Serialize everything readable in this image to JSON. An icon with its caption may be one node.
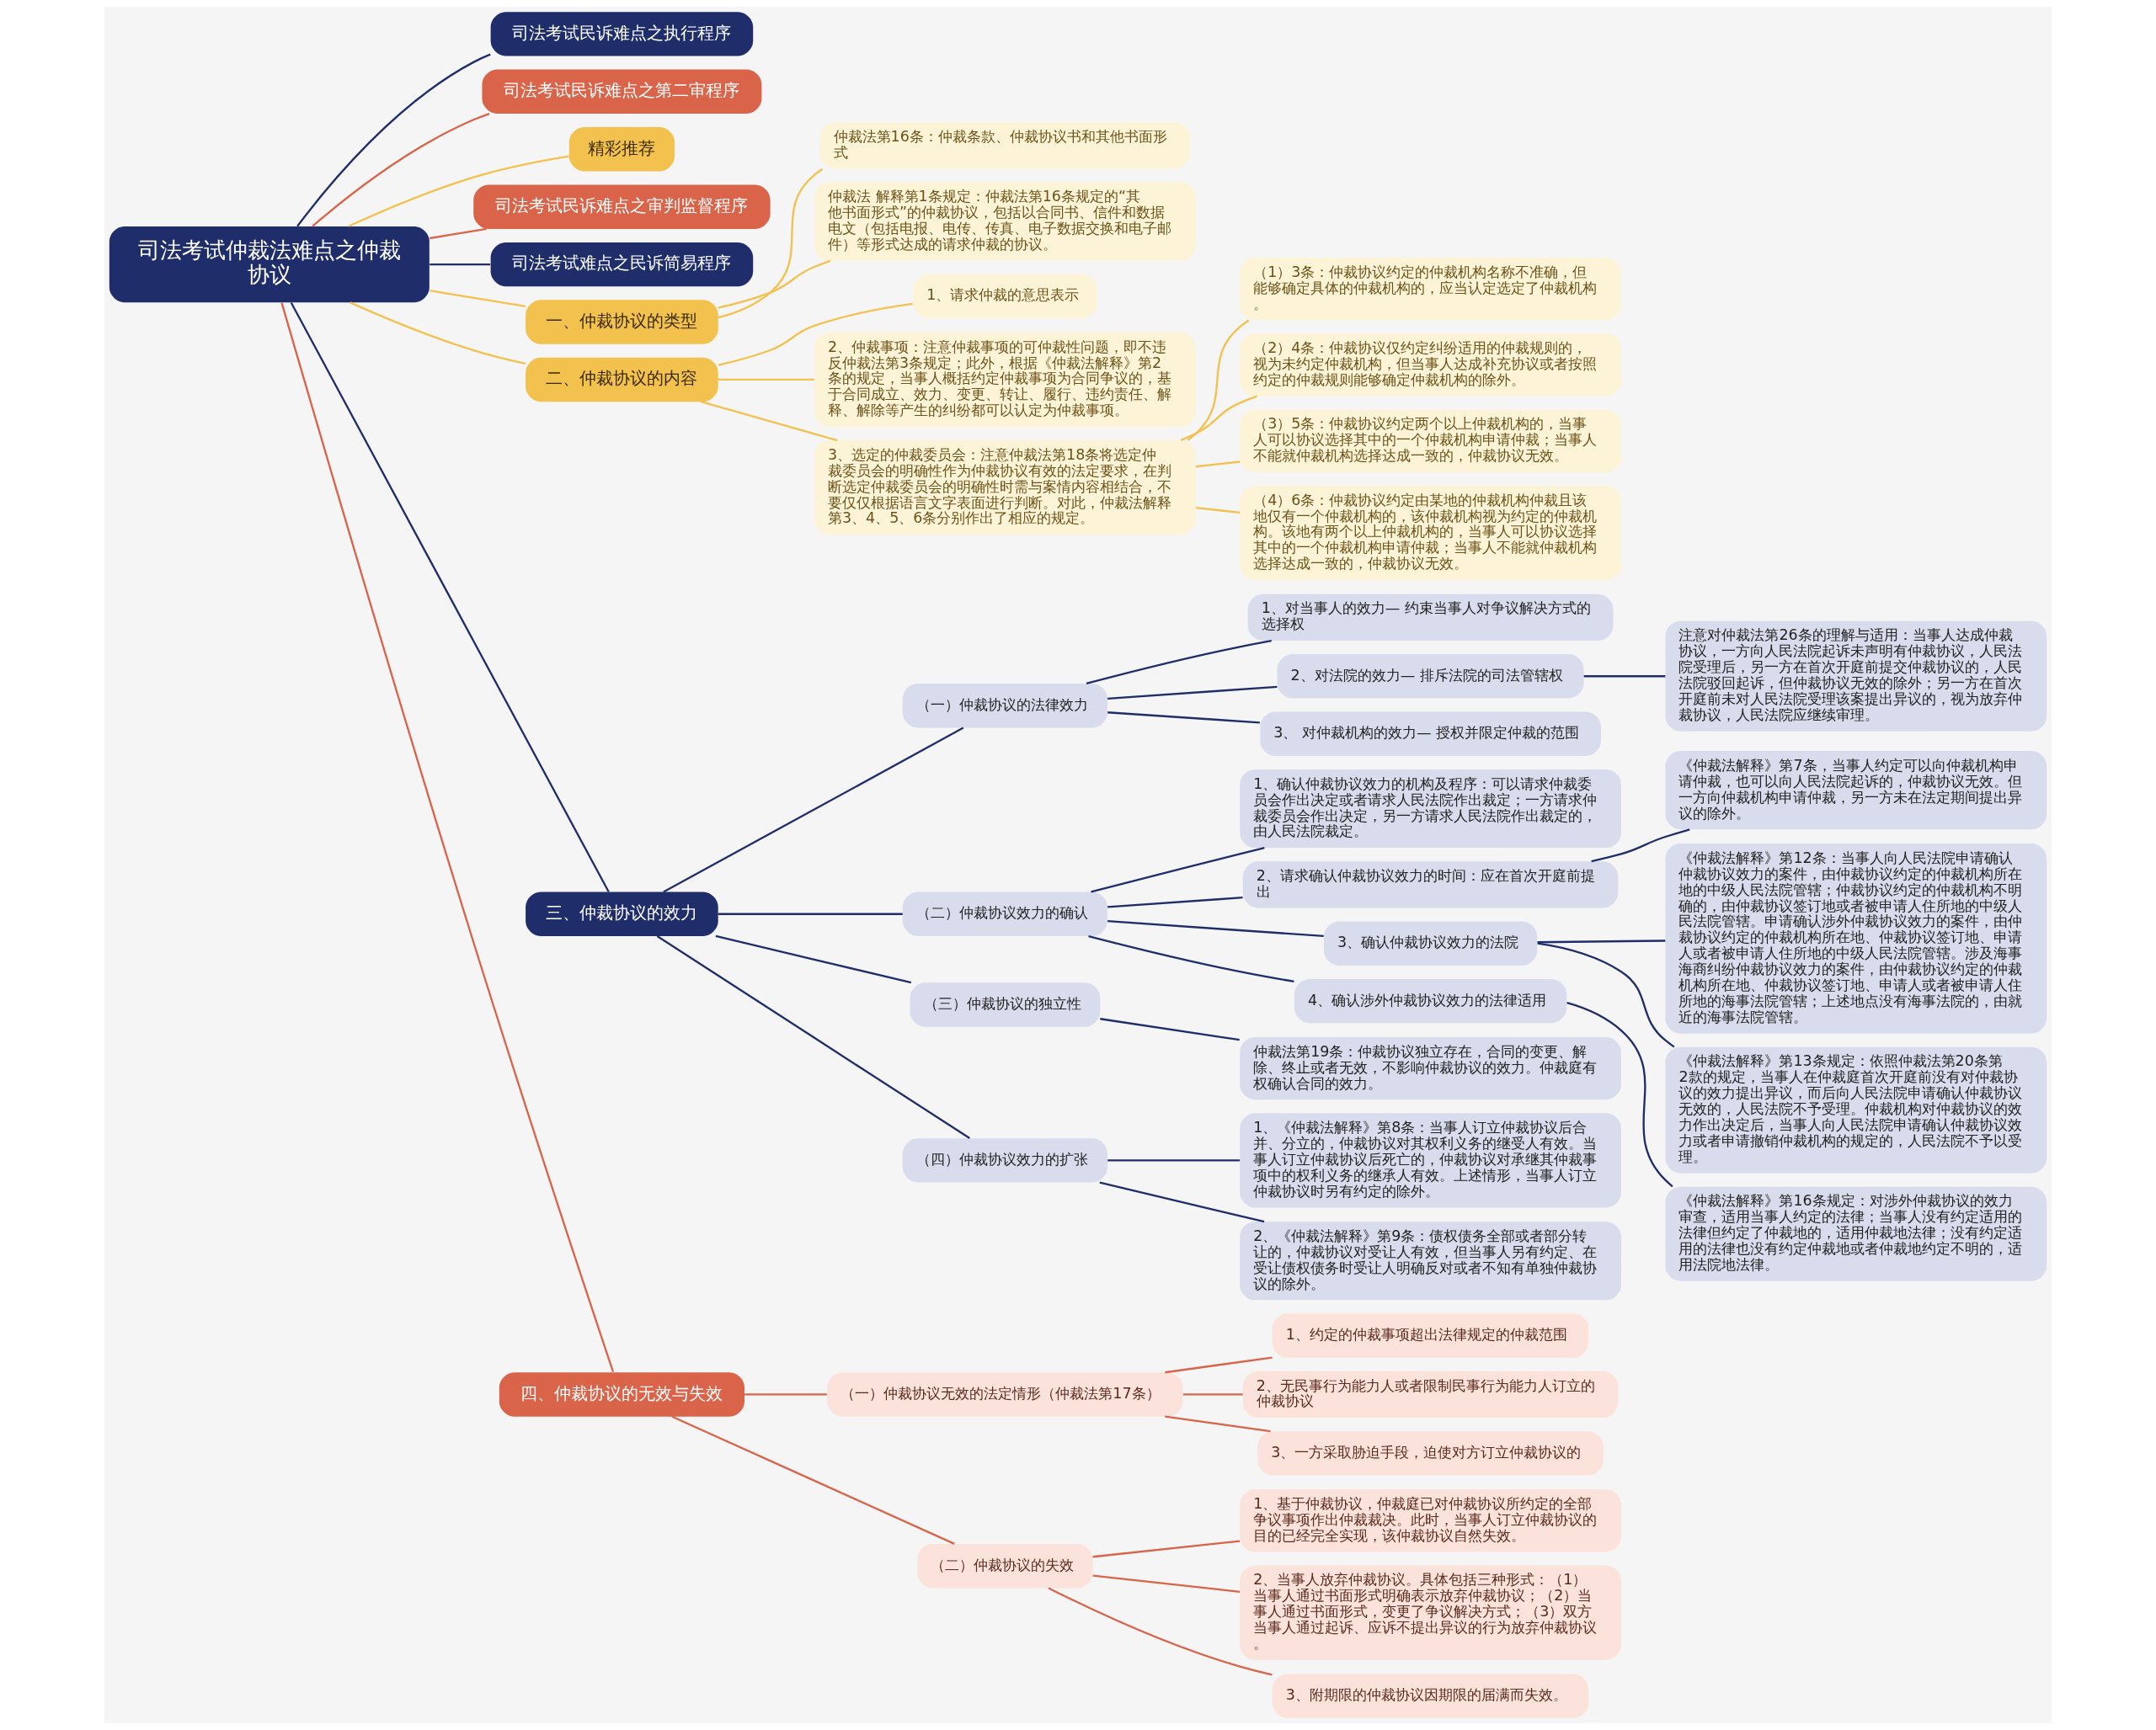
{
  "diagram": {
    "nodes": [
      {
        "text": [
          "司法考试仲裁法难点之仲裁协议"
        ]
      },
      {
        "text": [
          "司法考试民诉难点之执行程序"
        ]
      },
      {
        "text": [
          "司法考试民诉难点之第二审程序"
        ]
      },
      {
        "text": [
          "精彩推荐"
        ]
      },
      {
        "text": [
          "司法考试民诉难点之审判监督程序"
        ]
      },
      {
        "text": [
          "司法考试难点之民诉简易程序"
        ]
      },
      {
        "text": [
          "一、仲裁协议的类型"
        ]
      },
      {
        "text": [
          "仲裁法第16条：仲裁条款、仲裁协议书和其他书面形式"
        ]
      },
      {
        "text": [
          "仲裁法 解释第1条规定：仲裁法第16条规定的“其他书面形式”的仲裁协议，包括以合同书、信件和数据电文（包括电报、电传、传真、电子数据交换和电子邮件）等形式达成的请求仲裁的协议。"
        ]
      },
      {
        "text": [
          "二、仲裁协议的内容"
        ]
      },
      {
        "text": [
          "1、请求仲裁的意思表示"
        ]
      },
      {
        "text": [
          "2、仲裁事项：注意仲裁事项的可仲裁性问题，即不违反仲裁法第3条规定；此外，根据《仲裁法解释》第2条的规定，当事人概括约定仲裁事项为合同争议的，基于合同成立、效力、变更、转让、履行、违约责任、解释、解除等产生的纠纷都可以认定为仲裁事项。"
        ]
      },
      {
        "text": [
          "3、选定的仲裁委员会：注意仲裁法第18条将选定仲裁委员会的明确性作为仲裁协议有效的法定要求，在判断选定仲裁委员会的明确性时需与案情内容相结合，不要仅仅根据语言文字表面进行判断。对此，仲裁法解释第3、4、5、6条分别作出了相应的规定。"
        ]
      },
      {
        "text": [
          "（1）3条：仲裁协议约定的仲裁机构名称不准确，但能够确定具体的仲裁机构的，应当认定选定了仲裁机构。"
        ]
      },
      {
        "text": [
          "（2）4条：仲裁协议仅约定纠纷适用的仲裁规则的，视为未约定仲裁机构，但当事人达成补充协议或者按照约定的仲裁规则能够确定仲裁机构的除外。"
        ]
      },
      {
        "text": [
          "（3）5条：仲裁协议约定两个以上仲裁机构的，当事人可以协议选择其中的一个仲裁机构申请仲裁；当事人不能就仲裁机构选择达成一致的，仲裁协议无效。"
        ]
      },
      {
        "text": [
          "（4）6条：仲裁协议约定由某地的仲裁机构仲裁且该地仅有一个仲裁机构的，该仲裁机构视为约定的仲裁机构。该地有两个以上仲裁机构的，当事人可以协议选择其中的一个仲裁机构申请仲裁；当事人不能就仲裁机构选择达成一致的，仲裁协议无效。"
        ]
      },
      {
        "text": [
          "三、仲裁协议的效力"
        ]
      },
      {
        "text": [
          "（一）仲裁协议的法律效力"
        ]
      },
      {
        "text": [
          "1、对当事人的效力— 约束当事人对争议解决方式的选择权"
        ]
      },
      {
        "text": [
          "2、对法院的效力— 排斥法院的司法管辖权"
        ]
      },
      {
        "text": [
          "注意对仲裁法第26条的理解与适用：当事人达成仲裁协议，一方向人民法院起诉未声明有仲裁协议，人民法院受理后，另一方在首次开庭前提交仲裁协议的，人民法院驳回起诉，但仲裁协议无效的除外；另一方在首次开庭前未对人民法院受理该案提出异议的，视为放弃仲裁协议，人民法院应继续审理。"
        ]
      },
      {
        "text": [
          "3、 对仲裁机构的效力— 授权并限定仲裁的范围"
        ]
      },
      {
        "text": [
          "（二）仲裁协议效力的确认"
        ]
      },
      {
        "text": [
          "1、确认仲裁协议效力的机构及程序：可以请求仲裁委员会作出决定或者请求人民法院作出裁定；一方请求仲裁委员会作出决定，另一方请求人民法院作出裁定的，由人民法院裁定。"
        ]
      },
      {
        "text": [
          "2、请求确认仲裁协议效力的时间：应在首次开庭前提出"
        ]
      },
      {
        "text": [
          "《仲裁法解释》第7条，当事人约定可以向仲裁机构申请仲裁，也可以向人民法院起诉的，仲裁协议无效。但一方向仲裁机构申请仲裁，另一方未在法定期间提出异议的除外。"
        ]
      },
      {
        "text": [
          "3、确认仲裁协议效力的法院"
        ]
      },
      {
        "text": [
          "《仲裁法解释》第12条：当事人向人民法院申请确认仲裁协议效力的案件，由仲裁协议约定的仲裁机构所在地的中级人民法院管辖；仲裁协议约定的仲裁机构不明确的，由仲裁协议签订地或者被申请人住所地的中级人民法院管辖。申请确认涉外仲裁协议效力的案件，由仲裁协议约定的仲裁机构所在地、仲裁协议签订地、申请人或者被申请人住所地的中级人民法院管辖。涉及海事海商纠纷仲裁协议效力的案件，由仲裁协议约定的仲裁机构所在地、仲裁协议签订地、申请人或者被申请人住所地的海事法院管辖；上述地点没有海事法院的，由就近的海事法院管辖。"
        ]
      },
      {
        "text": [
          "《仲裁法解释》第13条规定：依照仲裁法第20条第2款的规定，当事人在仲裁庭首次开庭前没有对仲裁协议的效力提出异议，而后向人民法院申请确认仲裁协议无效的，人民法院不予受理。仲裁机构对仲裁协议的效力作出决定后，当事人向人民法院申请确认仲裁协议效力或者申请撤销仲裁机构的规定的，人民法院不予以受理。"
        ]
      },
      {
        "text": [
          "4、确认涉外仲裁协议效力的法律适用"
        ]
      },
      {
        "text": [
          "《仲裁法解释》第16条规定：对涉外仲裁协议的效力审查，适用当事人约定的法律；当事人没有约定适用的法律但约定了仲裁地的，适用仲裁地法律；没有约定适用的法律也没有约定仲裁地或者仲裁地约定不明的，适用法院地法律。"
        ]
      },
      {
        "text": [
          "（三）仲裁协议的独立性"
        ]
      },
      {
        "text": [
          "仲裁法第19条：仲裁协议独立存在，合同的变更、解除、终止或者无效，不影响仲裁协议的效力。仲裁庭有权确认合同的效力。"
        ]
      },
      {
        "text": [
          "（四）仲裁协议效力的扩张"
        ]
      },
      {
        "text": [
          "1、《仲裁法解释》第8条：当事人订立仲裁协议后合并、分立的，仲裁协议对其权利义务的继受人有效。当事人订立仲裁协议后死亡的，仲裁协议对承继其仲裁事项中的权利义务的继承人有效。上述情形，当事人订立仲裁协议时另有约定的除外。"
        ]
      },
      {
        "text": [
          "2、《仲裁法解释》第9条：债权债务全部或者部分转让的，仲裁协议对受让人有效，但当事人另有约定、在受让债权债务时受让人明确反对或者不知有单独仲裁协议的除外。"
        ]
      },
      {
        "text": [
          "四、仲裁协议的无效与失效"
        ]
      },
      {
        "text": [
          "（一）仲裁协议无效的法定情形（仲裁法第17条）"
        ]
      },
      {
        "text": [
          "1、约定的仲裁事项超出法律规定的仲裁范围"
        ]
      },
      {
        "text": [
          "2、无民事行为能力人或者限制民事行为能力人订立的仲裁协议"
        ]
      },
      {
        "text": [
          "3、一方采取胁迫手段，迫使对方订立仲裁协议的"
        ]
      },
      {
        "text": [
          "（二）仲裁协议的失效"
        ]
      },
      {
        "text": [
          "1、基于仲裁协议，仲裁庭已对仲裁协议所约定的全部争议事项作出仲裁裁决。此时，当事人订立仲裁协议的目的已经完全实现，该仲裁协议自然失效。"
        ]
      },
      {
        "text": [
          "2、当事人放弃仲裁协议。具体包括三种形式：（1）当事人通过书面形式明确表示放弃仲裁协议；（2）当事人通过书面形式，变更了争议解决方式；（3）双方当事人通过起诉、应诉不提出异议的行为放弃仲裁协议。"
        ]
      },
      {
        "text": [
          "3、附期限的仲裁协议因期限的届满而失效。"
        ]
      }
    ],
    "edges": [
      {
        "from": 0,
        "to": 1,
        "arrow": "none"
      },
      {
        "from": 0,
        "to": 2,
        "arrow": "none",
        "color": "#d9644a"
      },
      {
        "from": 0,
        "to": 3,
        "arrow": "none",
        "color": "#f2c14e"
      },
      {
        "from": 0,
        "to": 4,
        "arrow": "none",
        "color": "#d9644a"
      },
      {
        "from": 0,
        "to": 5,
        "arrow": "none"
      },
      {
        "from": 0,
        "to": 6,
        "arrow": "none",
        "color": "#f2c14e"
      },
      {
        "from": 6,
        "to": 7,
        "arrow": "none",
        "color": "#f2c14e"
      },
      {
        "from": 6,
        "to": 8,
        "arrow": "none",
        "color": "#f2c14e"
      },
      {
        "from": 0,
        "to": 9,
        "arrow": "none",
        "color": "#f2c14e"
      },
      {
        "from": 9,
        "to": 10,
        "arrow": "none",
        "color": "#f2c14e"
      },
      {
        "from": 9,
        "to": 11,
        "arrow": "none",
        "color": "#f2c14e"
      },
      {
        "from": 9,
        "to": 12,
        "arrow": "none",
        "color": "#f2c14e"
      },
      {
        "from": 12,
        "to": 13,
        "arrow": "none",
        "color": "#f2c14e"
      },
      {
        "from": 12,
        "to": 14,
        "arrow": "none",
        "color": "#f2c14e"
      },
      {
        "from": 12,
        "to": 15,
        "arrow": "none",
        "color": "#f2c14e"
      },
      {
        "from": 12,
        "to": 16,
        "arrow": "none",
        "color": "#f2c14e"
      },
      {
        "from": 0,
        "to": 17,
        "arrow": "none"
      },
      {
        "from": 17,
        "to": 18,
        "arrow": "none"
      },
      {
        "from": 18,
        "to": 19,
        "arrow": "none"
      },
      {
        "from": 18,
        "to": 20,
        "arrow": "none"
      },
      {
        "from": 20,
        "to": 21,
        "arrow": "none"
      },
      {
        "from": 18,
        "to": 22,
        "arrow": "none"
      },
      {
        "from": 17,
        "to": 23,
        "arrow": "none"
      },
      {
        "from": 23,
        "to": 24,
        "arrow": "none"
      },
      {
        "from": 23,
        "to": 25,
        "arrow": "none"
      },
      {
        "from": 25,
        "to": 26,
        "arrow": "none"
      },
      {
        "from": 23,
        "to": 27,
        "arrow": "none"
      },
      {
        "from": 27,
        "to": 28,
        "arrow": "none"
      },
      {
        "from": 27,
        "to": 29,
        "arrow": "none"
      },
      {
        "from": 23,
        "to": 30,
        "arrow": "none"
      },
      {
        "from": 30,
        "to": 31,
        "arrow": "none"
      },
      {
        "from": 17,
        "to": 32,
        "arrow": "none"
      },
      {
        "from": 32,
        "to": 33,
        "arrow": "none"
      },
      {
        "from": 17,
        "to": 34,
        "arrow": "none"
      },
      {
        "from": 34,
        "to": 35,
        "arrow": "none"
      },
      {
        "from": 34,
        "to": 36,
        "arrow": "none"
      },
      {
        "from": 0,
        "to": 37,
        "arrow": "none",
        "color": "#d9644a"
      },
      {
        "from": 37,
        "to": 38,
        "arrow": "none",
        "color": "#d9644a"
      },
      {
        "from": 38,
        "to": 39,
        "arrow": "none",
        "color": "#d9644a"
      },
      {
        "from": 38,
        "to": 40,
        "arrow": "none",
        "color": "#d9644a"
      },
      {
        "from": 38,
        "to": 41,
        "arrow": "none",
        "color": "#d9644a"
      },
      {
        "from": 37,
        "to": 42,
        "arrow": "none",
        "color": "#d9644a"
      },
      {
        "from": 42,
        "to": 43,
        "arrow": "none",
        "color": "#d9644a"
      },
      {
        "from": 42,
        "to": 44,
        "arrow": "none",
        "color": "#d9644a"
      },
      {
        "from": 42,
        "to": 45,
        "arrow": "none",
        "color": "#d9644a"
      }
    ]
  }
}
